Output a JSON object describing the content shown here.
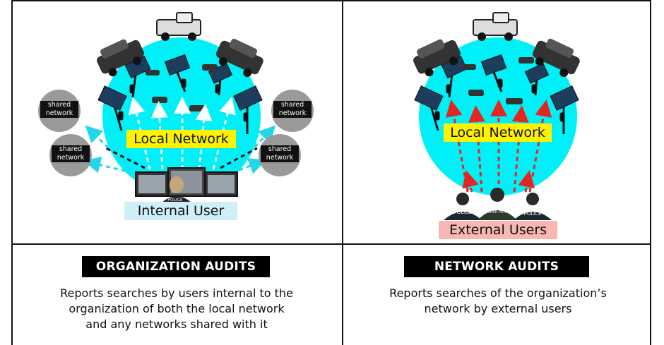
{
  "left_panel": {
    "network_label": "Local Network",
    "user_label": "Internal User",
    "shared_network_label_line1": "shared",
    "shared_network_label_line2": "network",
    "heading": "ORGANIZATION AUDITS",
    "description_line1": "Reports searches by users internal to the",
    "description_line2": "organization of both the local network",
    "description_line3": "and any networks shared with it",
    "badge_text": "POLICE"
  },
  "right_panel": {
    "network_label": "Local Network",
    "user_label": "External Users",
    "heading": "NETWORK AUDITS",
    "description_line1": "Reports searches of the organization’s",
    "description_line2": "network by external users",
    "badge_text_1": "POLICE",
    "badge_text_2": "BORDER PATROL",
    "badge_text_3": "POLICE"
  },
  "colors": {
    "network_fill": "#00f0f8",
    "arrow_internal": "#ffffff",
    "arrow_shared": "#22d8e8",
    "arrow_external": "#e52620",
    "label_yellow": "#fff200",
    "label_blue": "#cfeff7",
    "label_pink": "#f9b7b3",
    "shared_circle": "#9a9a9a"
  }
}
